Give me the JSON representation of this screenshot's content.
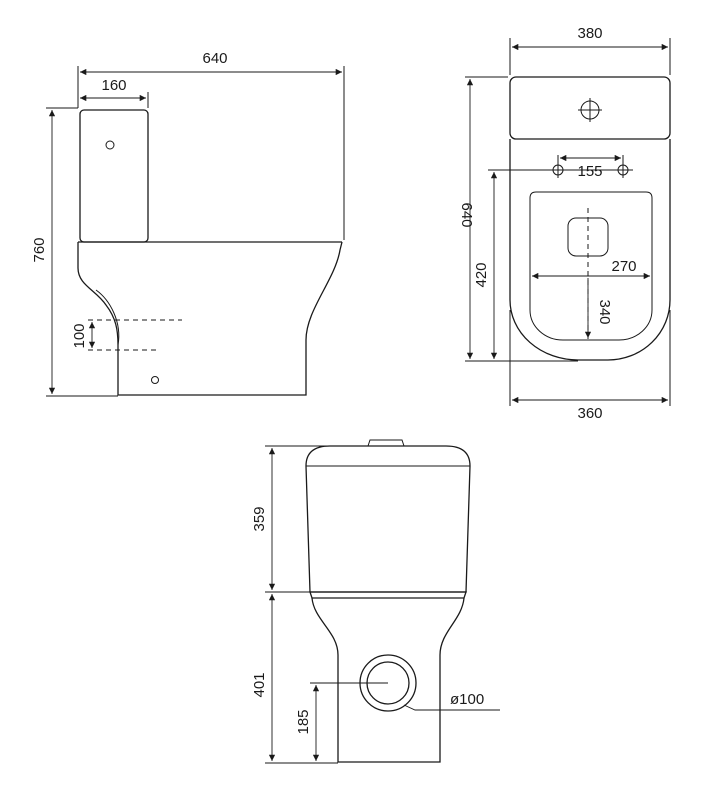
{
  "side_view": {
    "total_length": "640",
    "tank_depth": "160",
    "total_height": "760",
    "outlet_band": "100"
  },
  "top_view": {
    "tank_width": "380",
    "total_length": "640",
    "fixing_spacing": "155",
    "seat_length": "420",
    "bowl_width": "270",
    "bowl_length": "340",
    "base_width": "360"
  },
  "back_view": {
    "tank_height": "359",
    "base_height": "401",
    "outlet_height": "185",
    "outlet_diameter": "ø100"
  }
}
